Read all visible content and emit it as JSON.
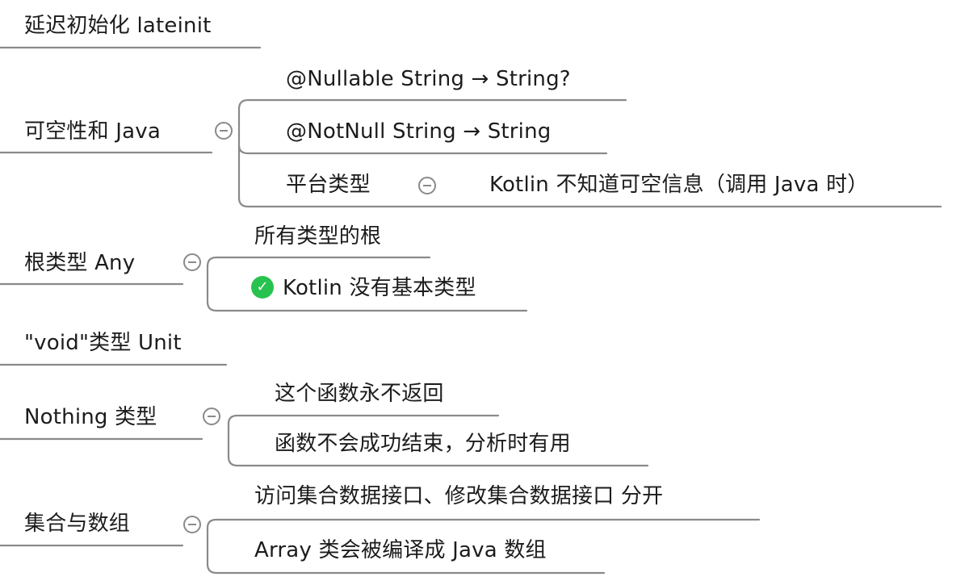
{
  "topics": {
    "lateinit": {
      "label": "延迟初始化 lateinit"
    },
    "nullability": {
      "label": "可空性和 Java",
      "children": {
        "nullable": "@Nullable String → String?",
        "notnull": "@NotNull String → String",
        "platform": "平台类型",
        "platform_detail": "Kotlin 不知道可空信息（调用 Java 时）"
      }
    },
    "any": {
      "label": "根类型 Any",
      "children": {
        "root": "所有类型的根",
        "no_primitive": "Kotlin 没有基本类型"
      }
    },
    "unit": {
      "label": "\"void\"类型 Unit"
    },
    "nothing": {
      "label": "Nothing 类型",
      "children": {
        "never_returns": "这个函数永不返回",
        "analysis": "函数不会成功结束，分析时有用"
      }
    },
    "collections": {
      "label": "集合与数组",
      "children": {
        "interfaces": "访问集合数据接口、修改集合数据接口 分开",
        "array": "Array 类会被编译成 Java 数组"
      }
    }
  },
  "colors": {
    "line": "#8a8a8a",
    "check": "#28c24f",
    "text": "#1c1c1c"
  },
  "icons": {
    "collapse": "collapse-toggle-icon",
    "check": "check-circle-icon"
  }
}
